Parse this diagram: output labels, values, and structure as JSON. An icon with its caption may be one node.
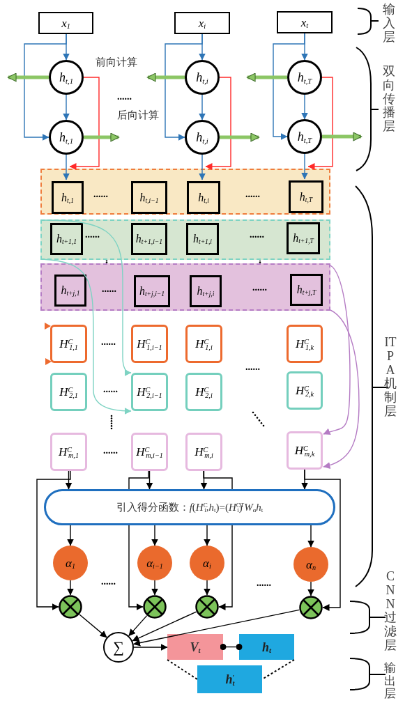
{
  "diagram": {
    "nodes": [
      {
        "text": [
          "x$_{1}$"
        ]
      },
      {
        "text": [
          "x$_{i}$"
        ]
      },
      {
        "text": [
          "x$_{t}$"
        ]
      },
      {
        "text": [
          "h$_{t,1}$"
        ]
      },
      {
        "text": [
          "h$_{t,i}$"
        ]
      },
      {
        "text": [
          "h$_{t,T}$"
        ]
      },
      {
        "text": [
          "h$_{t,1}$"
        ]
      },
      {
        "text": [
          "h$_{t,i}$"
        ]
      },
      {
        "text": [
          "h$_{t,T}$"
        ]
      },
      {
        "text": [],
        "shape": "box"
      },
      {
        "text": [
          "h$_{t,1}$"
        ],
        "in": 9
      },
      {
        "text": [
          "h$_{t,i−1}$"
        ],
        "in": 9
      },
      {
        "text": [
          "h$_{t,i}$"
        ],
        "in": 9
      },
      {
        "text": [
          "h$_{t,T}$"
        ],
        "in": 9
      },
      {
        "text": [],
        "shape": "box"
      },
      {
        "text": [
          "h$_{t+1,1}$"
        ],
        "in": 14
      },
      {
        "text": [
          "h$_{t+1,i−1}$"
        ],
        "in": 14
      },
      {
        "text": [
          "h$_{t+1,i}$"
        ],
        "in": 14
      },
      {
        "text": [
          "h$_{t+1,T}$"
        ],
        "in": 14
      },
      {
        "text": [],
        "shape": "box"
      },
      {
        "text": [
          "h$_{t+j,1}$"
        ],
        "in": 19
      },
      {
        "text": [
          "h$_{t+j,i−1}$"
        ],
        "in": 19
      },
      {
        "text": [
          "h$_{t+j,i}$"
        ],
        "in": 19
      },
      {
        "text": [
          "h$_{t+j,T}$"
        ],
        "in": 19
      },
      {
        "text": [
          "H$^{C}$$_{1,1}$"
        ]
      },
      {
        "text": [
          "H$^{C}$$_{1,i−1}$"
        ]
      },
      {
        "text": [
          "H$^{C}$$_{1,i}$"
        ]
      },
      {
        "text": [
          "H$^{C}$$_{1,k}$"
        ]
      },
      {
        "text": [
          "H$^{C}$$_{2,1}$"
        ]
      },
      {
        "text": [
          "H$^{C}$$_{2,i−1}$"
        ]
      },
      {
        "text": [
          "H$^{C}$$_{2,i}$"
        ]
      },
      {
        "text": [
          "H$^{C}$$_{2,k}$"
        ]
      },
      {
        "text": [
          "H$^{C}$$_{m,1}$"
        ]
      },
      {
        "text": [
          "H$^{C}$$_{m,i−1}$"
        ]
      },
      {
        "text": [
          "H$^{C}$$_{m,i}$"
        ]
      },
      {
        "text": [
          "H$^{C}$$_{m,k}$"
        ]
      },
      {
        "text": [
          "引入得分函数：*f*(*H*$^{C}$$_{i}$,*h*$_{t}$)=(*H*$^{C}$$_{i}$)$^{T}$*W*$_{α}$*h*$_{t}$"
        ]
      },
      {
        "text": [
          "α$_{1}$"
        ]
      },
      {
        "text": [
          "α$_{i−1}$"
        ]
      },
      {
        "text": [
          "α$_{i}$"
        ]
      },
      {
        "text": [
          "α$_{n}$"
        ]
      },
      {
        "text": [],
        "shape": "circle"
      },
      {
        "text": [],
        "shape": "circle"
      },
      {
        "text": [],
        "shape": "circle"
      },
      {
        "text": [],
        "shape": "circle"
      },
      {
        "text": [
          "∑"
        ]
      },
      {
        "text": [
          "V$_{t}$"
        ]
      },
      {
        "text": [
          "h$_{t}$"
        ]
      },
      {
        "text": [
          "h$_{t}$$^{'}$"
        ]
      }
    ],
    "edges": [
      {
        "from": 0,
        "to": 3,
        "arrow": "to",
        "color": "#2e75b6"
      },
      {
        "from": 0,
        "to": 6,
        "arrow": "to",
        "color": "#2e75b6"
      },
      {
        "from": 3,
        "to": 6,
        "arrow": "to",
        "color": "#2e75b6"
      },
      {
        "from": 6,
        "to": 10,
        "arrow": "to",
        "color": "#2e75b6"
      },
      {
        "from": 3,
        "to": 9,
        "arrow": "to",
        "color": "#ff2a2a"
      },
      {
        "from": 3,
        "to": null,
        "arrow": "to",
        "style": "thick",
        "color": "#8cc665"
      },
      {
        "from": 6,
        "to": null,
        "arrow": "to",
        "style": "thick",
        "color": "#8cc665"
      },
      {
        "from": 1,
        "to": 4,
        "arrow": "to",
        "color": "#2e75b6"
      },
      {
        "from": 1,
        "to": 7,
        "arrow": "to",
        "color": "#2e75b6"
      },
      {
        "from": 4,
        "to": 7,
        "arrow": "to",
        "color": "#2e75b6"
      },
      {
        "from": 7,
        "to": 12,
        "arrow": "to",
        "color": "#2e75b6"
      },
      {
        "from": 4,
        "to": 9,
        "arrow": "to",
        "color": "#ff2a2a"
      },
      {
        "from": 4,
        "to": null,
        "arrow": "to",
        "style": "thick",
        "color": "#8cc665"
      },
      {
        "from": 7,
        "to": null,
        "arrow": "to",
        "style": "thick",
        "color": "#8cc665"
      },
      {
        "from": 2,
        "to": 5,
        "arrow": "to",
        "color": "#2e75b6"
      },
      {
        "from": 2,
        "to": 8,
        "arrow": "to",
        "color": "#2e75b6"
      },
      {
        "from": 5,
        "to": 8,
        "arrow": "to",
        "color": "#2e75b6"
      },
      {
        "from": 8,
        "to": 13,
        "arrow": "to",
        "color": "#2e75b6"
      },
      {
        "from": 5,
        "to": 9,
        "arrow": "to",
        "color": "#ff2a2a"
      },
      {
        "from": 5,
        "to": null,
        "arrow": "to",
        "style": "thick",
        "color": "#8cc665"
      },
      {
        "from": 8,
        "to": null,
        "arrow": "to",
        "style": "thick",
        "color": "#8cc665"
      },
      {
        "from": 14,
        "to": 29,
        "arrow": "to",
        "color": "#7ed3c3"
      },
      {
        "from": 14,
        "to": 29,
        "arrow": "to",
        "color": "#7ed3c3"
      },
      {
        "from": 19,
        "to": 35,
        "arrow": "to",
        "color": "#b57cc4"
      },
      {
        "from": 19,
        "to": 35,
        "arrow": "to",
        "color": "#b57cc4"
      },
      {
        "from": 32,
        "to": 36,
        "arrow": "to"
      },
      {
        "from": 33,
        "to": 36,
        "arrow": "to"
      },
      {
        "from": 34,
        "to": 36,
        "arrow": "to"
      },
      {
        "from": 35,
        "to": 36,
        "arrow": "to"
      },
      {
        "from": 32,
        "to": 41,
        "arrow": "to"
      },
      {
        "from": 33,
        "to": 36,
        "arrow": "none"
      },
      {
        "from": 34,
        "to": 36,
        "arrow": "none"
      },
      {
        "from": 35,
        "to": 44,
        "arrow": "to"
      },
      {
        "from": 36,
        "to": 37,
        "arrow": "to"
      },
      {
        "from": 36,
        "to": 38,
        "arrow": "to"
      },
      {
        "from": 36,
        "to": 39,
        "arrow": "to"
      },
      {
        "from": 36,
        "to": 40,
        "arrow": "to"
      },
      {
        "from": 37,
        "to": 41,
        "arrow": "to"
      },
      {
        "from": 38,
        "to": 42,
        "arrow": "to"
      },
      {
        "from": 39,
        "to": 43,
        "arrow": "to"
      },
      {
        "from": 40,
        "to": 44,
        "arrow": "to"
      },
      {
        "from": 41,
        "to": 45,
        "arrow": "to"
      },
      {
        "from": 42,
        "to": 45,
        "arrow": "to"
      },
      {
        "from": 43,
        "to": 45,
        "arrow": "to"
      },
      {
        "from": 44,
        "to": 45,
        "arrow": "to"
      },
      {
        "from": 45,
        "to": 46,
        "arrow": "to"
      },
      {
        "from": 46,
        "to": 47,
        "arrow": "other"
      },
      {
        "from": 46,
        "to": 48,
        "arrow": "none",
        "style": "dashed"
      },
      {
        "from": 47,
        "to": 48,
        "arrow": "none",
        "style": "dashed"
      },
      {
        "from": 36,
        "to": 42,
        "arrow": "to"
      },
      {
        "from": 36,
        "to": 43,
        "arrow": "to"
      }
    ],
    "labels": [
      "输入层",
      "前向计算",
      "双向传播层",
      "......",
      "后向计算",
      "......",
      "......",
      "......",
      "......",
      "......",
      "......",
      "......",
      "ITPA机制层",
      "......",
      "......",
      "......",
      "......",
      "......",
      "CNN过滤层",
      "输出层"
    ]
  }
}
